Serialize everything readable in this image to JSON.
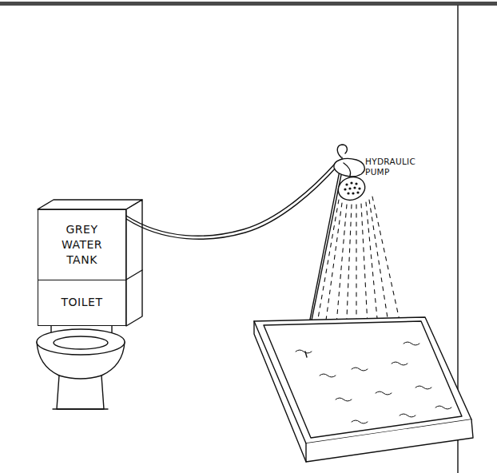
{
  "diagram": {
    "nodes": [
      {
        "text": [
          "GREY WATER TANK"
        ]
      },
      {
        "text": [
          "TOILET"
        ]
      }
    ],
    "labels": [
      "HYDRAULIC PUMP"
    ]
  }
}
